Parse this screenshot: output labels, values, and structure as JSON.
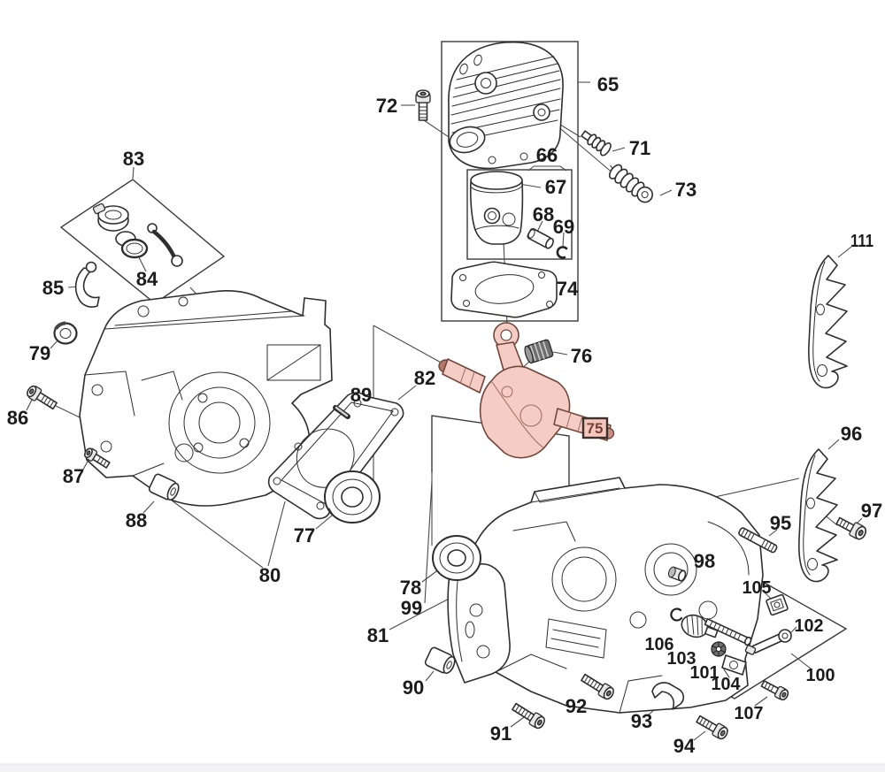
{
  "diagram": {
    "type": "exploded-parts-diagram",
    "subject": "chainsaw engine: cylinder, piston, crankshaft and crankcase assembly",
    "background_color": "#ffffff",
    "line_color": "#2e2e2e",
    "highlighted_part": "75",
    "highlight_fill": "#f5cdc5",
    "highlight_stroke": "#70453c",
    "highlight_label_fill": "#f3c7bd",
    "highlight_label_border": "#3c2f2c",
    "bottom_bar_color": "#f3f3f4"
  },
  "parts": {
    "65": "65",
    "66": "66",
    "67": "67",
    "68": "68",
    "69": "69",
    "71": "71",
    "72": "72",
    "73": "73",
    "74": "74",
    "75": "75",
    "76": "76",
    "77": "77",
    "78": "78",
    "79": "79",
    "80": "80",
    "81": "81",
    "82": "82",
    "83": "83",
    "84": "84",
    "85": "85",
    "86": "86",
    "87": "87",
    "88": "88",
    "89": "89",
    "90": "90",
    "91": "91",
    "92": "92",
    "93": "93",
    "94": "94",
    "95": "95",
    "96": "96",
    "97": "97",
    "98": "98",
    "99": "99",
    "100": "100",
    "101": "101",
    "102": "102",
    "103": "103",
    "104": "104",
    "105": "105",
    "106": "106",
    "107": "107",
    "111": "111"
  }
}
